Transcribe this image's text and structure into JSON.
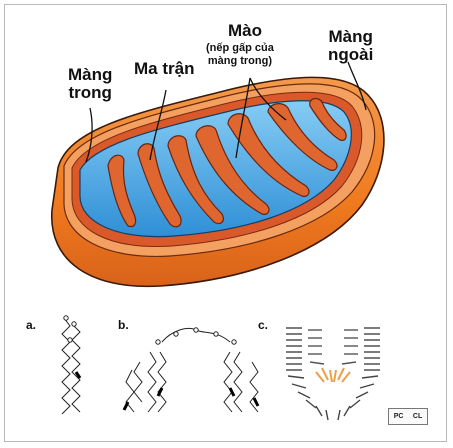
{
  "labels": {
    "inner_membrane": "Màng\ntrong",
    "matrix": "Ma trận",
    "cristae_title": "Mào",
    "cristae_note": "(nếp gấp của\nmàng trong)",
    "outer_membrane": "Màng\nngoài"
  },
  "panels": {
    "a": "a.",
    "b": "b.",
    "c": "c."
  },
  "legend": {
    "pc": "PC",
    "cl": "CL"
  },
  "colors": {
    "outer_orange": "#f07a1e",
    "outer_dark": "#c4521d",
    "intermembrane_light": "#f6b176",
    "inner_red": "#cf4a22",
    "matrix_blue": "#3e9bdb",
    "matrix_light": "#79c2f0",
    "lipid_head": "#eaa04a"
  }
}
